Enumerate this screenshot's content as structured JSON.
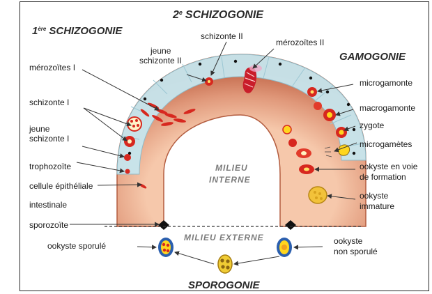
{
  "headers": {
    "schizo2_num": "2",
    "schizo2_sup": "e",
    "schizo2_word": "SCHIZOGONIE",
    "schizo1_num": "1",
    "schizo1_sup": "ère",
    "schizo1_word": "SCHIZOGONIE",
    "gamogonie": "GAMOGONIE",
    "sporogonie": "SPOROGONIE"
  },
  "milieu": {
    "interne_1": "MILIEU",
    "interne_2": "INTERNE",
    "externe": "MILIEU EXTERNE"
  },
  "labels": {
    "merozoites_1": "mérozoïtes I",
    "schizonte_1": "schizonte I",
    "jeune_schizonte_1_a": "jeune",
    "jeune_schizonte_1_b": "schizonte I",
    "trophozoite": "trophozoïte",
    "cellule_a": "cellule épithéliale",
    "cellule_b": "intestinale",
    "sporozoite": "sporozoïte",
    "jeune_schizonte_2_a": "jeune",
    "jeune_schizonte_2_b": "schizonte II",
    "schizonte_2": "schizonte II",
    "merozoites_2": "mérozoïtes II",
    "microgamonte": "microgamonte",
    "macrogamonte": "macrogamonte",
    "zygote": "zygote",
    "microgametes": "microgamètes",
    "ookyste_voie_a": "ookyste en voie",
    "ookyste_voie_b": "de formation",
    "ookyste_immature_a": "ookyste",
    "ookyste_immature_b": "immature",
    "ookyste_sporule": "ookyste sporulé",
    "ookyste_non_sporule_a": "ookyste",
    "ookyste_non_sporule_b": "non sporulé"
  },
  "colors": {
    "tissue_dark": "#c46a4c",
    "tissue_light": "#f2c0a2",
    "cell_layer": "#c7e6ee",
    "parasite_red": "#d7281f",
    "macrogamonte_yellow": "#ffd61e",
    "ookyste_blue": "#2b5fae",
    "arrow": "#333333"
  },
  "icons": [
    "merozoite-icon",
    "schizont-icon",
    "trophozoite-icon",
    "microgamonte-icon",
    "macrogamonte-icon",
    "zygote-icon",
    "ookyste-icon"
  ]
}
